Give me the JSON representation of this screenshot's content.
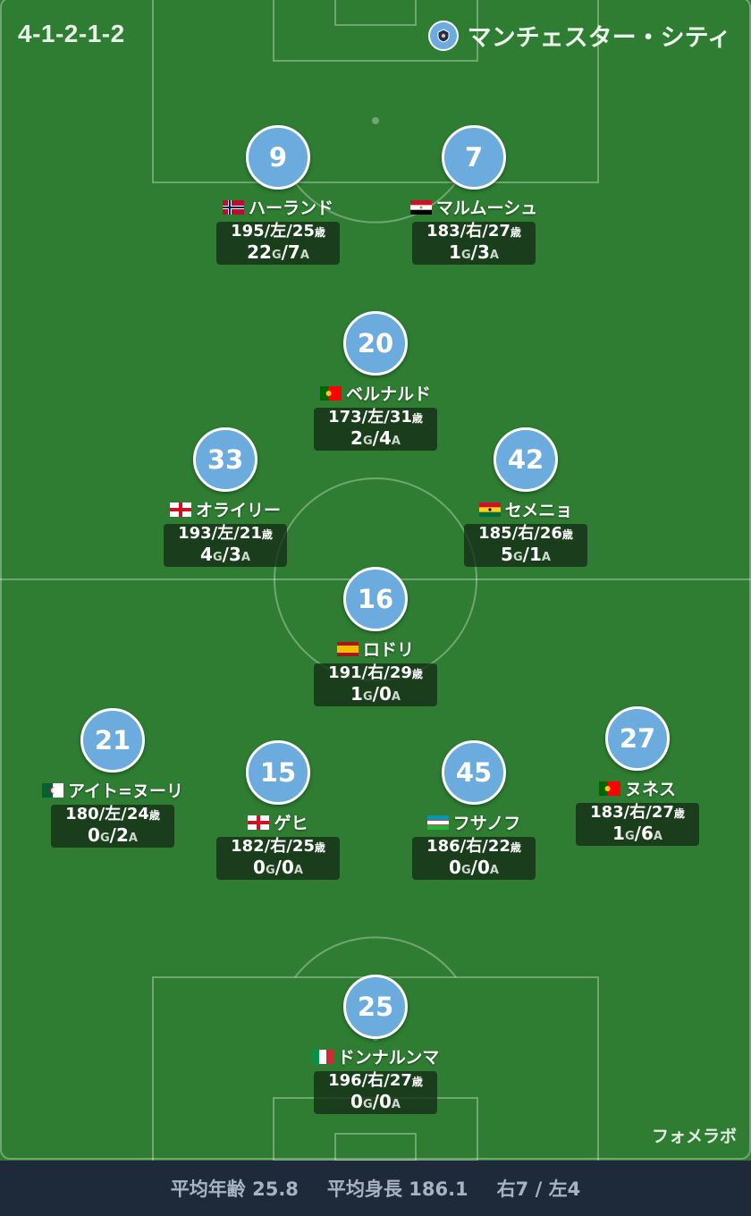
{
  "formation": "4-1-2-1-2",
  "team_name": "マンチェスター・シティ",
  "brand": "フォメラボ",
  "units": {
    "goals": "G",
    "assists": "A",
    "age": "歳"
  },
  "colors": {
    "pitch": "#2e7d32",
    "player_circle": "#6cabdd",
    "footer": "#1e2a3a"
  },
  "players": [
    {
      "number": "9",
      "name": "ハーランド",
      "flag": "norway",
      "height": "195",
      "foot": "左",
      "age": "25",
      "goals": "22",
      "assists": "7"
    },
    {
      "number": "7",
      "name": "マルムーシュ",
      "flag": "egypt",
      "height": "183",
      "foot": "右",
      "age": "27",
      "goals": "1",
      "assists": "3"
    },
    {
      "number": "20",
      "name": "ベルナルド",
      "flag": "portugal",
      "height": "173",
      "foot": "左",
      "age": "31",
      "goals": "2",
      "assists": "4"
    },
    {
      "number": "33",
      "name": "オライリー",
      "flag": "england",
      "height": "193",
      "foot": "左",
      "age": "21",
      "goals": "4",
      "assists": "3"
    },
    {
      "number": "42",
      "name": "セメニョ",
      "flag": "ghana",
      "height": "185",
      "foot": "右",
      "age": "26",
      "goals": "5",
      "assists": "1"
    },
    {
      "number": "16",
      "name": "ロドリ",
      "flag": "spain",
      "height": "191",
      "foot": "右",
      "age": "29",
      "goals": "1",
      "assists": "0"
    },
    {
      "number": "21",
      "name": "アイト=ヌーリ",
      "flag": "algeria",
      "height": "180",
      "foot": "左",
      "age": "24",
      "goals": "0",
      "assists": "2"
    },
    {
      "number": "27",
      "name": "ヌネス",
      "flag": "portugal",
      "height": "183",
      "foot": "右",
      "age": "27",
      "goals": "1",
      "assists": "6"
    },
    {
      "number": "15",
      "name": "ゲヒ",
      "flag": "england",
      "height": "182",
      "foot": "右",
      "age": "25",
      "goals": "0",
      "assists": "0"
    },
    {
      "number": "45",
      "name": "フサノフ",
      "flag": "uzbekistan",
      "height": "186",
      "foot": "右",
      "age": "22",
      "goals": "0",
      "assists": "0"
    },
    {
      "number": "25",
      "name": "ドンナルンマ",
      "flag": "italy",
      "height": "196",
      "foot": "右",
      "age": "27",
      "goals": "0",
      "assists": "0"
    }
  ],
  "footer": {
    "avg_age": "平均年齢 25.8",
    "avg_height": "平均身長 186.1",
    "feet": "右7 / 左4"
  }
}
